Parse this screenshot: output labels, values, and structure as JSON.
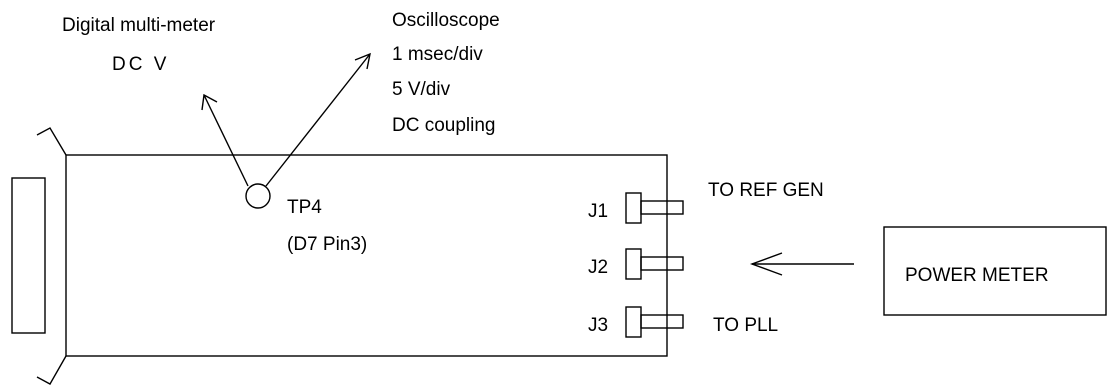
{
  "multimeter": {
    "title": "Digital multi-meter",
    "mode": "DC V"
  },
  "oscilloscope": {
    "title": "Oscilloscope",
    "settings": [
      "1 msec/div",
      "5 V/div",
      "DC coupling"
    ]
  },
  "test_point": {
    "name": "TP4",
    "detail": "(D7 Pin3)"
  },
  "connectors": [
    {
      "label": "J1",
      "destination": "TO REF GEN"
    },
    {
      "label": "J2",
      "destination": ""
    },
    {
      "label": "J3",
      "destination": "TO PLL"
    }
  ],
  "power_meter": {
    "label": "POWER METER"
  }
}
